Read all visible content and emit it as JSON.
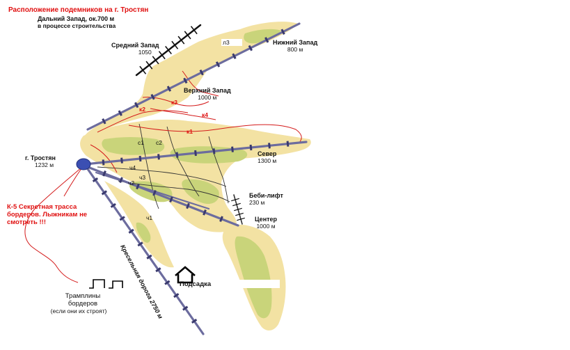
{
  "title": "Расположение подемников на г. Тростян",
  "lifts": {
    "far_west": {
      "name": "Дальний Запад, ок.700 м",
      "note": "в процессе строительства"
    },
    "mid_west": {
      "name": "Средний Запад",
      "length": "1050"
    },
    "low_west": {
      "name": "Нижний Запад",
      "length": "800 м"
    },
    "upper_west": {
      "name": "Верхний Запад",
      "length": "1000 м"
    },
    "north": {
      "name": "Север",
      "length": "1300 м"
    },
    "baby": {
      "name": "Беби-лифт",
      "length": "230 м"
    },
    "center": {
      "name": "Центер",
      "length": "1000 м"
    }
  },
  "peak": {
    "name": "г. Тростян",
    "elevation": "1232 м"
  },
  "boarder_note": "К-5 Секретная трасса бордеров. Лыжникам не смотреть !!!",
  "chair_road": "Кресельная дорога 2750 м",
  "podsadka": "Подсадка",
  "jumps": {
    "name": "Трамплины бордеров",
    "note": "(если они их строят)"
  },
  "trail_tags": {
    "k1": "к1",
    "k2": "к2",
    "k3": "к3",
    "k4": "к4",
    "c1": "с1",
    "c2": "с2",
    "ch2": "ч2",
    "ch3": "ч3",
    "ch4": "ч4",
    "ch1": "ч1",
    "ld": "л3"
  },
  "colors": {
    "slope_sand": "#f3e2a3",
    "forest_green": "#c9d47a",
    "lift_line": "#6c6c9e",
    "lift_pylon": "#3a3a6e",
    "trail_red": "#d41a1a",
    "peak_marker": "#3b4fb2",
    "text_red": "#e01010"
  }
}
